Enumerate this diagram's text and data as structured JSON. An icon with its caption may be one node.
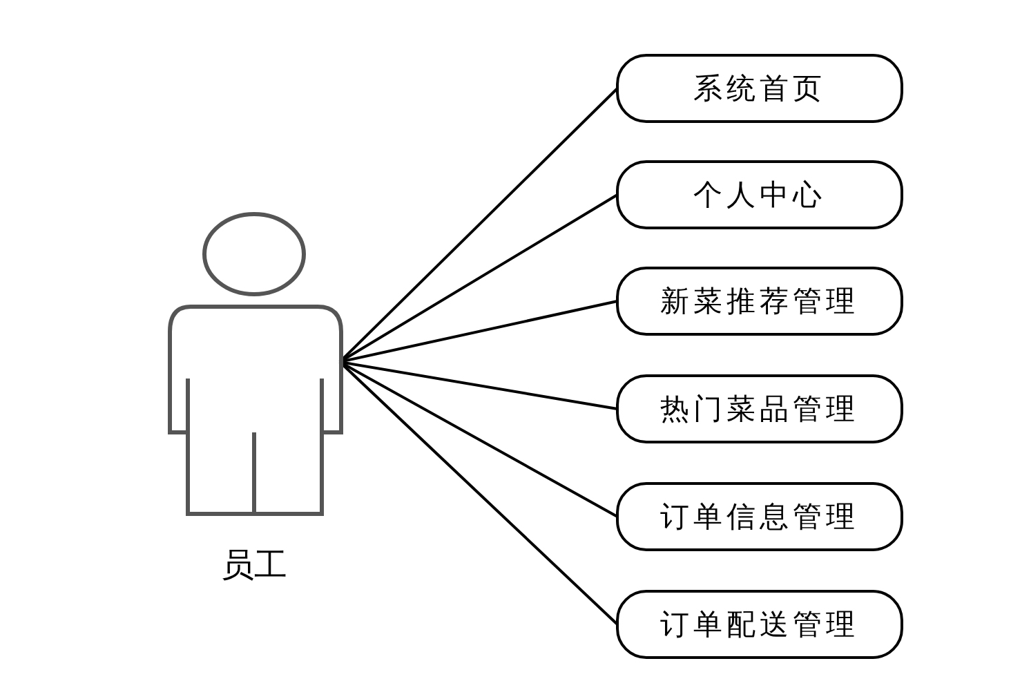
{
  "diagram": {
    "nodes": [
      {
        "text": [
          "员工"
        ]
      },
      {
        "text": [
          "系统首页"
        ]
      },
      {
        "text": [
          "个人中心"
        ]
      },
      {
        "text": [
          "新菜推荐管理"
        ]
      },
      {
        "text": [
          "热门菜品管理"
        ]
      },
      {
        "text": [
          "订单信息管理"
        ]
      },
      {
        "text": [
          "订单配送管理"
        ]
      }
    ],
    "edges": [
      {
        "from": 0,
        "to": 1,
        "arrow": "none"
      },
      {
        "from": 0,
        "to": 2,
        "arrow": "none"
      },
      {
        "from": 0,
        "to": 3,
        "arrow": "none"
      },
      {
        "from": 0,
        "to": 4,
        "arrow": "none"
      },
      {
        "from": 0,
        "to": 5,
        "arrow": "none"
      },
      {
        "from": 0,
        "to": 6,
        "arrow": "none"
      }
    ]
  }
}
